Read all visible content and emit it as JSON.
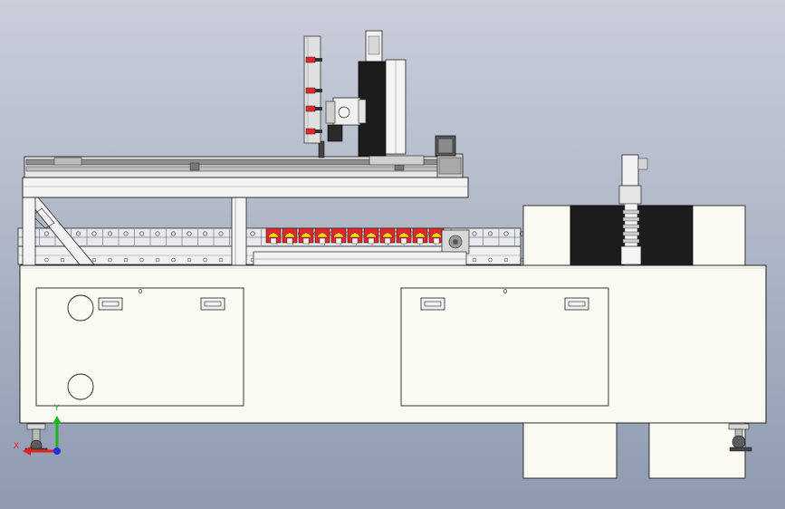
{
  "viewport": {
    "background_top": "#c9ced9",
    "background_bottom": "#8f9ab0"
  },
  "cabinet": {
    "color": "#fbfbf4",
    "door_left_mark": "0",
    "door_right_mark": "0"
  },
  "triad": {
    "x_label": "X",
    "y_label": "Y",
    "x_color": "#e0201e",
    "y_color": "#1fb51f",
    "z_color": "#2230d8"
  },
  "accent_colors": {
    "part_red": "#e5252a",
    "part_yellow": "#ffd21a",
    "dark": "#1c1c1c"
  }
}
